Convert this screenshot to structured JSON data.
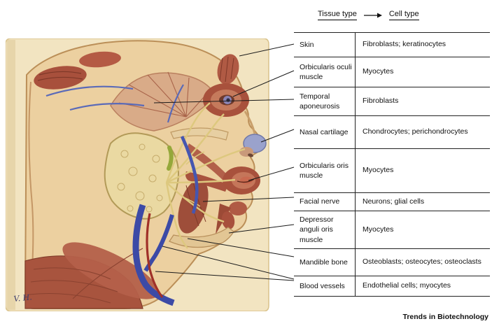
{
  "figure": {
    "journal": "Trends in Biotechnology",
    "signature": "V. H.",
    "header": {
      "tissue_label": "Tissue type",
      "cell_label": "Cell type",
      "arrow_icon": "arrow-right"
    },
    "table": {
      "rows": [
        {
          "tissue": "Skin",
          "cell": "Fibroblasts; keratinocytes"
        },
        {
          "tissue": "Orbicularis oculi muscle",
          "cell": "Myocytes"
        },
        {
          "tissue": "Temporal aponeurosis",
          "cell": "Fibroblasts"
        },
        {
          "tissue": "Nasal cartilage",
          "cell": "Chondrocytes; perichondrocytes"
        },
        {
          "tissue": "Orbicularis oris muscle",
          "cell": "Myocytes"
        },
        {
          "tissue": "Facial nerve",
          "cell": "Neurons; glial cells"
        },
        {
          "tissue": "Depressor anguli oris muscle",
          "cell": "Myocytes"
        },
        {
          "tissue": "Mandible bone",
          "cell": "Osteoblasts; osteocytes; osteoclasts"
        },
        {
          "tissue": "Blood vessels",
          "cell": "Endothelial cells; myocytes"
        }
      ]
    },
    "colors": {
      "muscle_red": "#a8523e",
      "gland_yellow": "#ead9a2",
      "vein_blue": "#3c4aa6",
      "artery_red": "#a03028",
      "nerve_yellow": "#ddc87e",
      "cartilage_blue": "#9aa2cc",
      "skin_tone": "#ecd0a0",
      "parchment": "#f2e4c1",
      "line_black": "#1a1a1a"
    }
  }
}
